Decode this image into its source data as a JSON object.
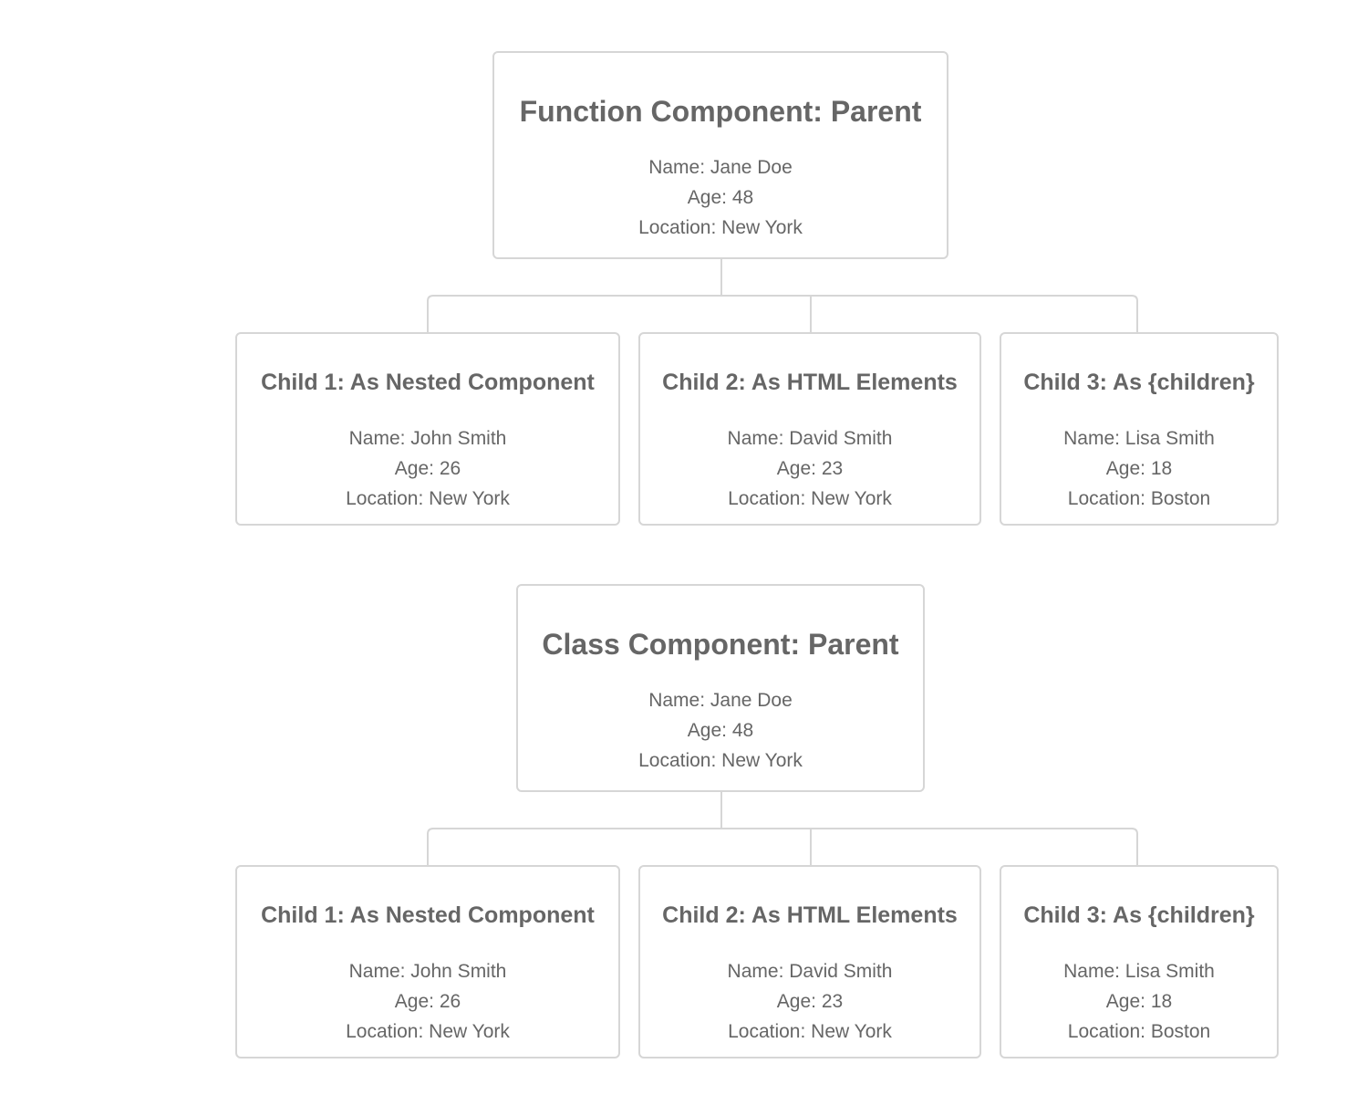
{
  "trees": [
    {
      "parent": {
        "title": "Function Component: Parent",
        "name": "Name: Jane Doe",
        "age": "Age: 48",
        "location": "Location: New York"
      },
      "children": [
        {
          "title": "Child 1: As Nested Component",
          "name": "Name: John Smith",
          "age": "Age: 26",
          "location": "Location: New York"
        },
        {
          "title": "Child 2: As HTML Elements",
          "name": "Name: David Smith",
          "age": "Age: 23",
          "location": "Location: New York"
        },
        {
          "title": "Child 3: As {children}",
          "name": "Name: Lisa Smith",
          "age": "Age: 18",
          "location": "Location: Boston"
        }
      ]
    },
    {
      "parent": {
        "title": "Class Component: Parent",
        "name": "Name: Jane Doe",
        "age": "Age: 48",
        "location": "Location: New York"
      },
      "children": [
        {
          "title": "Child 1: As Nested Component",
          "name": "Name: John Smith",
          "age": "Age: 26",
          "location": "Location: New York"
        },
        {
          "title": "Child 2: As HTML Elements",
          "name": "Name: David Smith",
          "age": "Age: 23",
          "location": "Location: New York"
        },
        {
          "title": "Child 3: As {children}",
          "name": "Name: Lisa Smith",
          "age": "Age: 18",
          "location": "Location: Boston"
        }
      ]
    }
  ],
  "colors": {
    "text": "#666666",
    "border": "#d6d6d6",
    "background": "#ffffff"
  }
}
